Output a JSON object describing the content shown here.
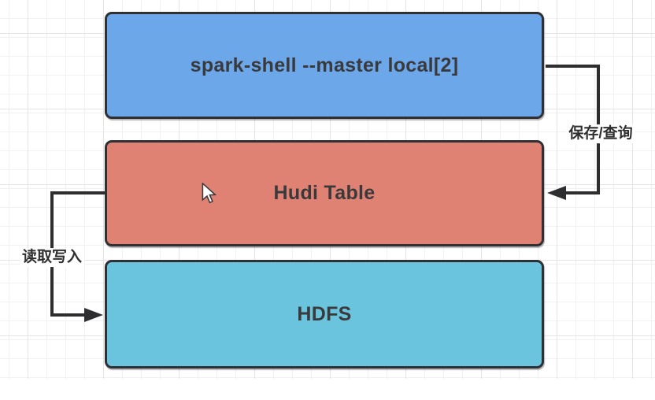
{
  "diagram": {
    "nodes": [
      {
        "id": "spark-shell",
        "label": "spark-shell --master local[2]",
        "fill": "#6BA7E9"
      },
      {
        "id": "hudi-table",
        "label": "Hudi Table",
        "fill": "#E08273"
      },
      {
        "id": "hdfs",
        "label": "HDFS",
        "fill": "#6AC4DE"
      }
    ],
    "edges": [
      {
        "from": "spark-shell",
        "to": "hudi-table",
        "label": "保存/查询",
        "arrow_points_into": "hudi-table",
        "side": "right"
      },
      {
        "from": "hudi-table",
        "to": "hdfs",
        "label": "读取写入",
        "arrow_points_into": "hdfs",
        "side": "left"
      }
    ],
    "colors": {
      "connector": "#2E2E30",
      "node_border": "#2E3033",
      "node_text": "#3A3A3C",
      "label_text": "#2F2F31",
      "grid_minor": "#F1F1F3",
      "grid_major": "#E4E4E7",
      "canvas_bg": "#FFFFFF"
    },
    "cursor": "arrow-pointer"
  }
}
